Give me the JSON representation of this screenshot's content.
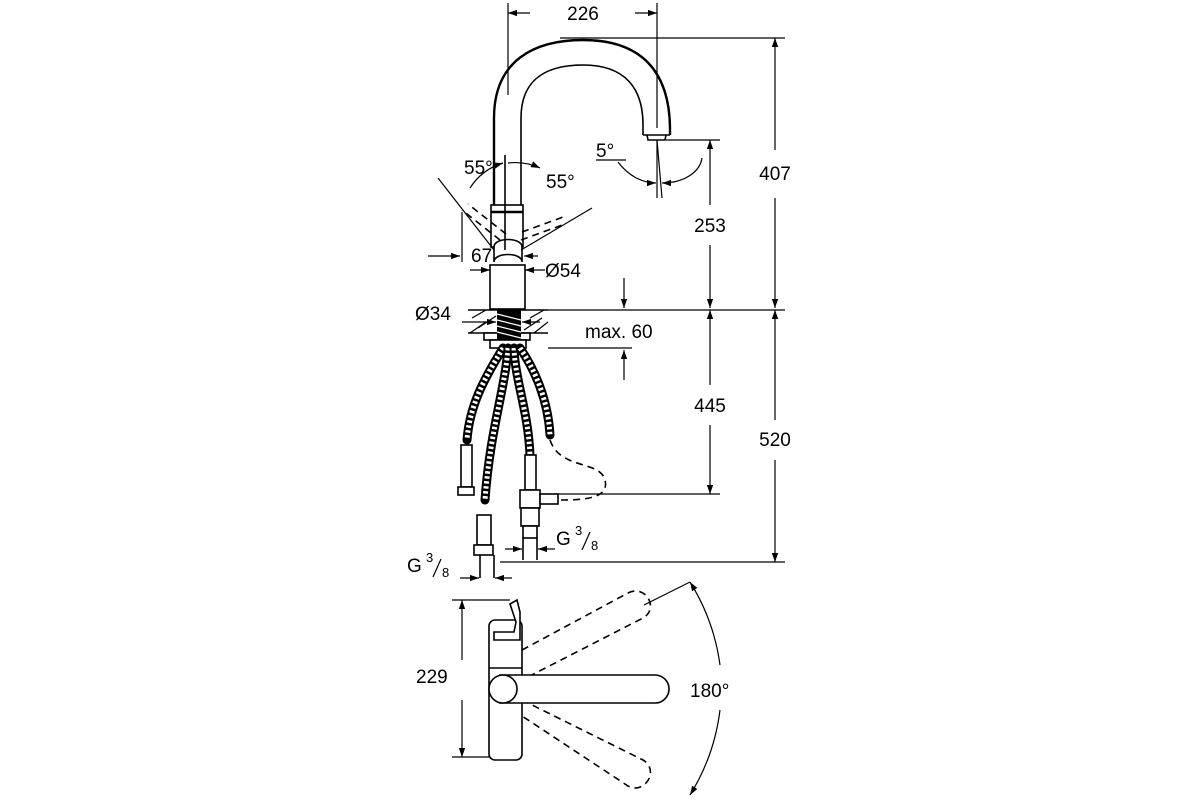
{
  "dimensions": {
    "spout_reach": "226",
    "total_height": "407",
    "spout_height": "253",
    "below_deck_total": "520",
    "hose_length": "445",
    "deck_thickness": "max. 60",
    "body_diameter": "Ø54",
    "hole_diameter": "Ø34",
    "handle_offset": "67",
    "handle_angle_left": "55°",
    "handle_angle_right": "55°",
    "spout_tilt": "5°",
    "swivel_angle": "180°",
    "top_view_depth": "229"
  },
  "connections": {
    "left": {
      "prefix": "G",
      "num": "3",
      "den": "8"
    },
    "right": {
      "prefix": "G",
      "num": "3",
      "den": "8"
    }
  }
}
